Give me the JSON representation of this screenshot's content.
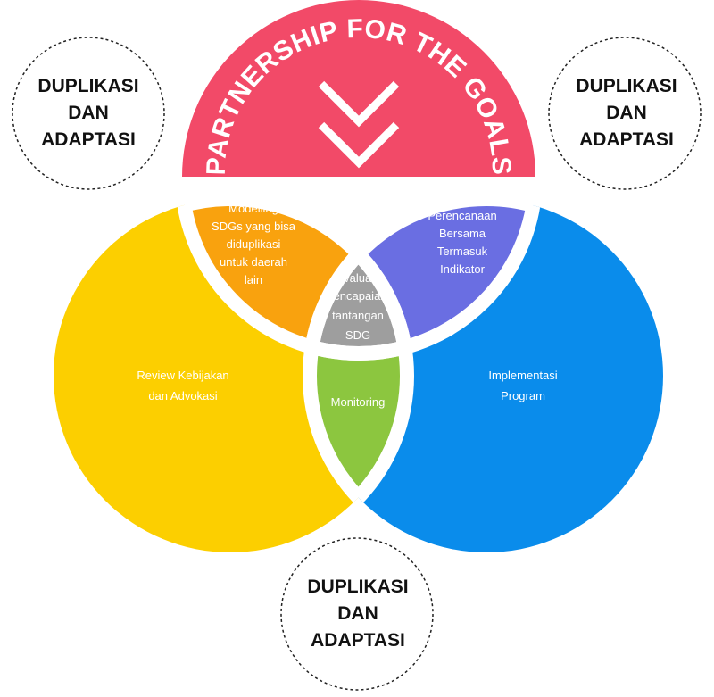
{
  "title": "PARTNERSHIP FOR THE GOALS",
  "corner_labels": {
    "top_left": [
      "DUPLIKASI",
      "DAN",
      "ADAPTASI"
    ],
    "top_right": [
      "DUPLIKASI",
      "DAN",
      "ADAPTASI"
    ],
    "bottom": [
      "DUPLIKASI",
      "DAN",
      "ADAPTASI"
    ]
  },
  "regions": {
    "review": [
      "Review Kebijakan",
      "dan Advokasi"
    ],
    "implementasi": [
      "Implementasi",
      "Program"
    ],
    "modelling": [
      "Modelling",
      "SDGs yang bisa",
      "diduplikasi",
      "untuk daerah",
      "lain"
    ],
    "perencanaan": [
      "Perencanaan",
      "Bersama",
      "Termasuk",
      "Indikator"
    ],
    "monitoring": [
      "Monitoring"
    ],
    "evaluasi": [
      "Evaluasi",
      "Pencapaian,",
      "tantangan",
      "SDG"
    ]
  },
  "colors": {
    "red": "#F24A68",
    "yellow": "#FCCF00",
    "blue": "#0A8CEB",
    "orange": "#F9A20E",
    "purple": "#6A6EE2",
    "green": "#8CC63F",
    "gray": "#9E9E9E",
    "gap": "#ffffff",
    "dashed": "#222222"
  },
  "icons": [
    "double-chevron-down-icon"
  ]
}
